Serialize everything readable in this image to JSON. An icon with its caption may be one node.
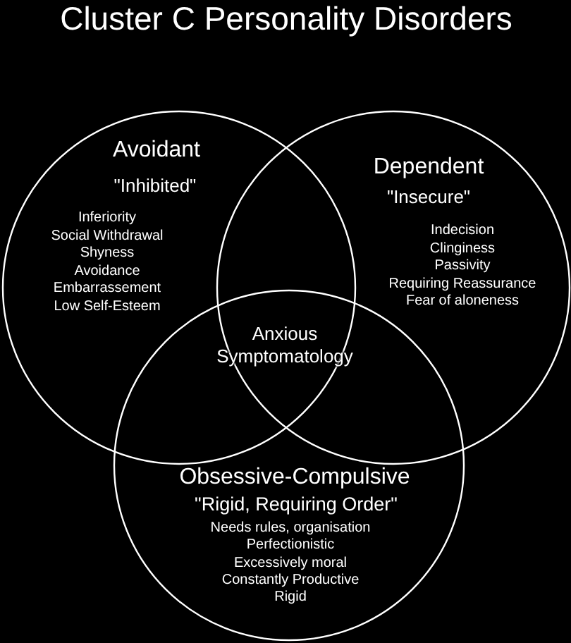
{
  "diagram": {
    "title": "Cluster C Personality Disorders",
    "nodes": [
      {
        "text": [
          "Avoidant",
          "\"Inhibited\"",
          "Inferiority",
          "Social Withdrawal",
          "Shyness",
          "Avoidance",
          "Embarrassement",
          "Low Self-Esteem"
        ]
      },
      {
        "text": [
          "Dependent",
          "\"Insecure\"",
          "Indecision",
          "Clinginess",
          "Passivity",
          "Requiring Reassurance",
          "Fear of aloneness"
        ]
      },
      {
        "text": [
          "Obsessive-Compulsive",
          "\"Rigid, Requiring Order\"",
          "Needs rules, organisation",
          "Perfectionistic",
          "Excessively moral",
          "Constantly Productive",
          "Rigid"
        ]
      }
    ],
    "labels": [
      "Anxious Symptomatology"
    ]
  }
}
